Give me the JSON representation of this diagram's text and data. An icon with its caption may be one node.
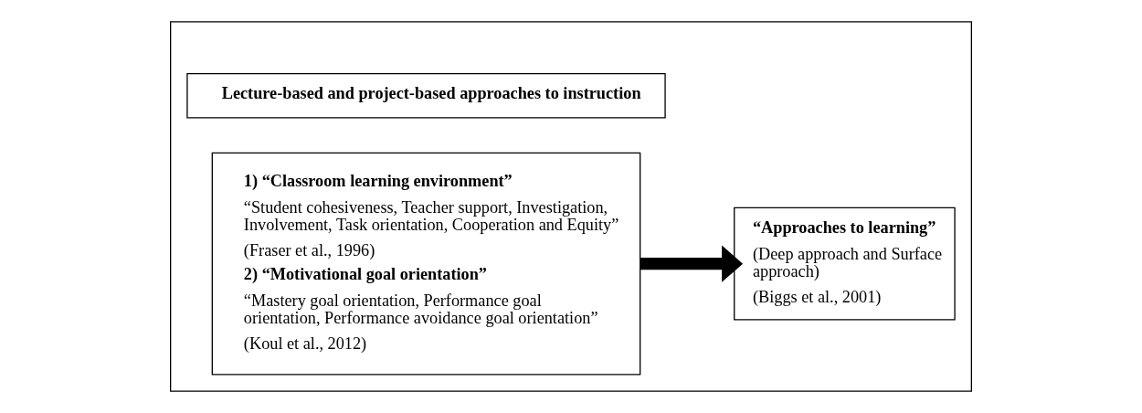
{
  "diagram": {
    "nodes": [
      {
        "text": [],
        "shape": "box"
      },
      {
        "text": [
          "Lecture-based and project-based approaches to instruction"
        ],
        "in": 0
      },
      {
        "text": [
          "1) “Classroom learning environment”",
          "“Student cohesiveness, Teacher support, Investigation, Involvement, Task orientation, Cooperation and Equity”",
          "(Fraser et al., 1996)",
          "2) “Motivational goal orientation”",
          "“Mastery goal orientation, Performance goal orientation, Performance avoidance goal orientation”",
          "(Koul et al., 2012)"
        ],
        "in": 0
      },
      {
        "text": [
          "“Approaches to learning”",
          "(Deep approach and Surface approach)",
          "(Biggs et al., 2001)"
        ],
        "in": 0
      }
    ],
    "edges": [
      {
        "from": 2,
        "to": 3,
        "arrow": "to"
      }
    ]
  }
}
